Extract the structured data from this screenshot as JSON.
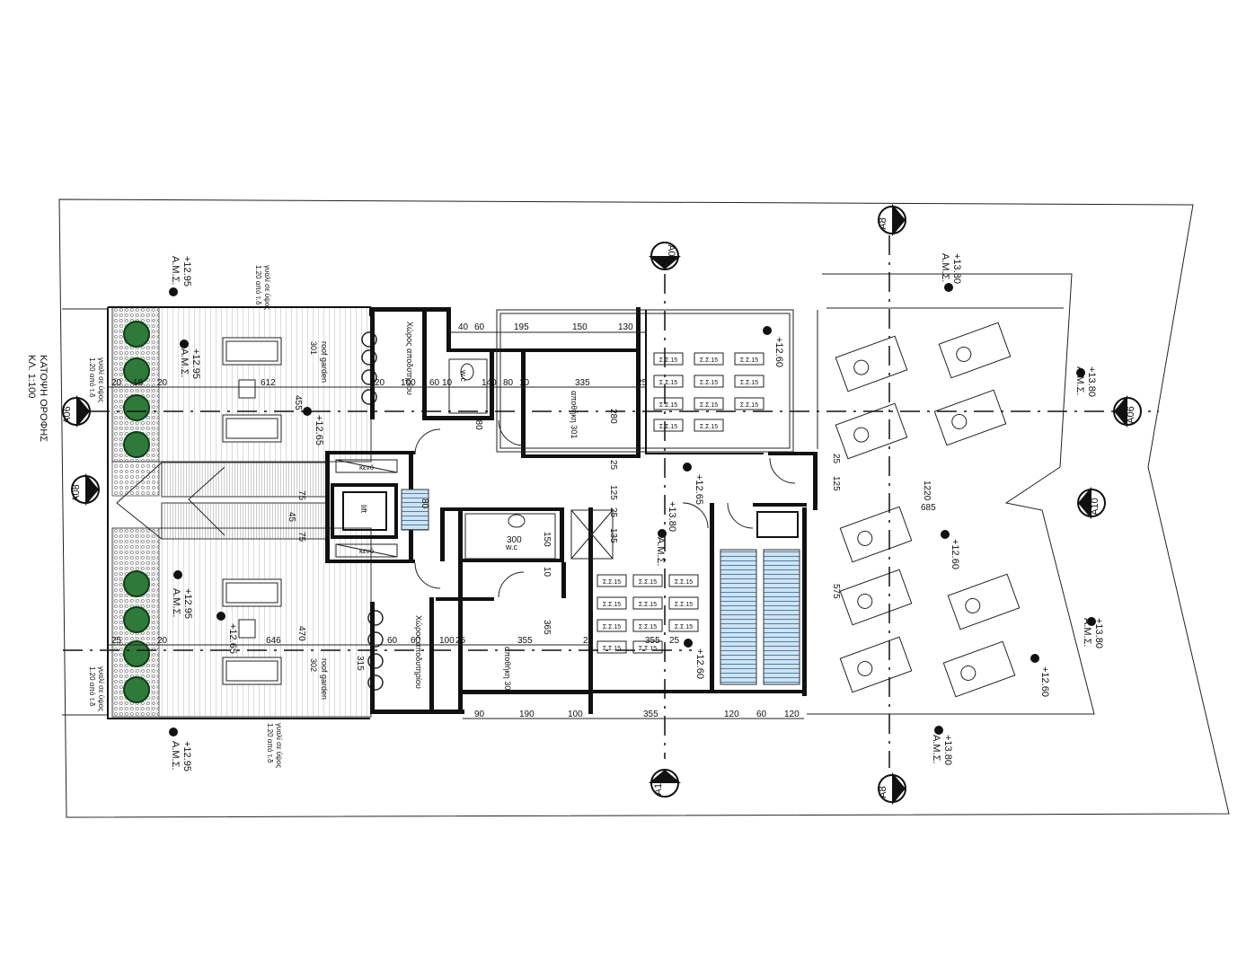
{
  "title": {
    "line1": "ΚΑΤΟΨΗ ΟΡΟΦΗΣ",
    "line2": "ΚΛ. 1:100"
  },
  "sections": {
    "a06_left": {
      "num": "1",
      "ref": "A06"
    },
    "a06_right": {
      "num": "1",
      "ref": "A06"
    },
    "a08": {
      "num": "1",
      "ref": "A08"
    },
    "a09": {
      "num": "1",
      "ref": "A09"
    },
    "a10": {
      "num": "1",
      "ref": "A10"
    },
    "a11": {
      "num": "1",
      "ref": "A11"
    },
    "a8_top": {
      "num": "1",
      "ref": "A8"
    },
    "a8_bottom": {
      "num": "1",
      "ref": "A8"
    }
  },
  "levels": {
    "l1295_a": "+12.95",
    "l1295_b": "+12.95",
    "l1295_c": "+12.95",
    "l1295_d": "+12.95",
    "l1265_a": "+12.65",
    "l1265_b": "+12.65",
    "l1265_c": "+12.65",
    "l1380_a": "+13.80",
    "l1380_b": "+13.80",
    "l1380_c": "+13.80",
    "l1380_d": "+13.80",
    "l1380_e": "+13.80",
    "l1260_a": "+12.60",
    "l1260_b": "+12.60",
    "l1260_c": "+12.60",
    "l1260_d": "+12.60",
    "ams": "Α.Μ.Σ."
  },
  "notes": {
    "glass_rail_1": "γυαλί σε ύψος",
    "glass_rail_2": "1.20 από τ.δ"
  },
  "rooms": {
    "roof_garden_301": "roof garden",
    "roof_garden_301_no": "301",
    "roof_garden_302": "roof garden",
    "roof_garden_302_no": "302",
    "storage_301": "αποθήκη 301",
    "storage_302": "αποθήκη 302",
    "wc": "w.c",
    "lift": "lift",
    "kenos": "κενό",
    "changing": "Χώρος αποδυτηρίου",
    "solar": "Σ.Σ.15"
  },
  "dimensions": {
    "top": [
      "40",
      "60",
      "195",
      "150",
      "130"
    ],
    "row1": [
      "20",
      "18",
      "20",
      "612",
      "455",
      "20",
      "100",
      "60",
      "10",
      "140",
      "80",
      "10",
      "335",
      "25"
    ],
    "bottom": [
      "90",
      "190",
      "100",
      "355",
      "120",
      "60",
      "120"
    ],
    "row2": [
      "25",
      "20",
      "646",
      "470",
      "60",
      "100",
      "60",
      "25",
      "355",
      "25",
      "355",
      "25"
    ],
    "vertical": [
      "180",
      "280",
      "125",
      "25",
      "75",
      "45",
      "75",
      "300",
      "150",
      "10",
      "135",
      "365",
      "315",
      "575",
      "1220",
      "685",
      "125",
      "25",
      "25",
      "80"
    ]
  }
}
